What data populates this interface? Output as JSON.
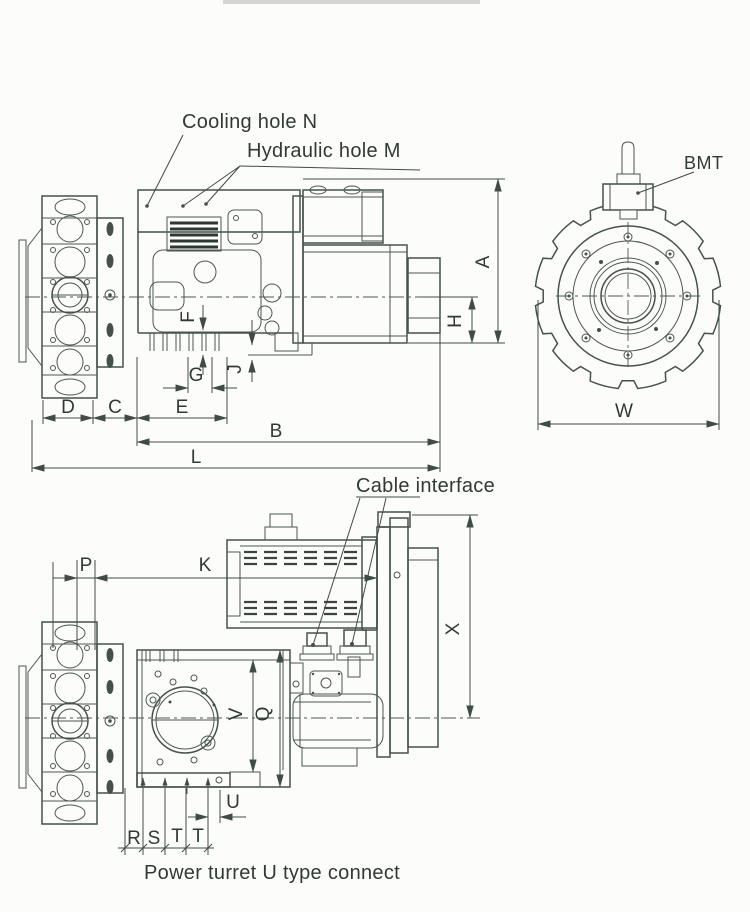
{
  "drawing": {
    "callouts": {
      "cooling_hole": "Cooling hole N",
      "hydraulic_hole": "Hydraulic hole M",
      "bmt": "BMT",
      "cable_interface": "Cable interface",
      "footer_note": "Power turret U type connect"
    },
    "dims_side_view": {
      "A": "A",
      "H": "H",
      "B": "B",
      "L": "L",
      "D": "D",
      "C": "C",
      "E": "E",
      "G": "G",
      "F": "F",
      "J": "J"
    },
    "dims_front_view": {
      "W": "W"
    },
    "dims_plan_view": {
      "P": "P",
      "K": "K",
      "X": "X",
      "V": "V",
      "Q": "Q",
      "U": "U",
      "R": "R",
      "S": "S",
      "T_left": "T",
      "T_right": "T"
    },
    "colors": {
      "ink": "#45524b",
      "text": "#303a34",
      "background": "#fcfcfb",
      "scan_artifact": "#d4d4d4"
    }
  }
}
